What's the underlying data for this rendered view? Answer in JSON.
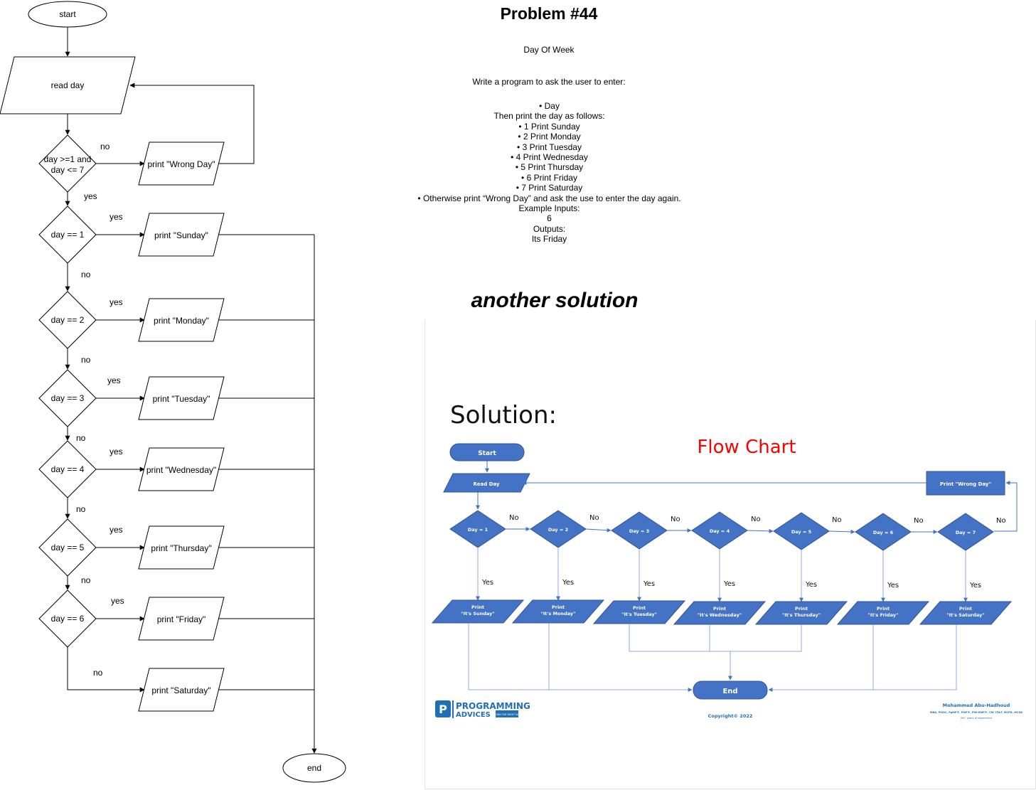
{
  "left_chart": {
    "start_label": "start",
    "end_label": "end",
    "read_label": "read day",
    "validate_label_line1": "day >=1 and",
    "validate_label_line2": "day <= 7",
    "wrong_day_label": "print \"Wrong Day\"",
    "no_label": "no",
    "yes_label": "yes",
    "checks": [
      {
        "condition": "day == 1",
        "output": "print \"Sunday\""
      },
      {
        "condition": "day == 2",
        "output": "print \"Monday\""
      },
      {
        "condition": "day == 3",
        "output": "print \"Tuesday\""
      },
      {
        "condition": "day == 4",
        "output": "print \"Wednesday\""
      },
      {
        "condition": "day == 5",
        "output": "print \"Thursday\""
      },
      {
        "condition": "day == 6",
        "output": "print \"Friday\""
      }
    ],
    "saturday_output": "print \"Saturday\""
  },
  "problem": {
    "title": "Problem #44",
    "subtitle": "Day Of Week",
    "intro": "Write a program to ask the user to enter:",
    "lines": [
      "• Day",
      "Then print the day as follows:",
      "• 1 Print Sunday",
      "• 2 Print Monday",
      "• 3 Print Tuesday",
      "• 4 Print Wednesday",
      "• 5 Print Thursday",
      "• 6 Print Friday",
      "• 7 Print Saturday",
      "• Otherwise print “Wrong Day” and ask the use to enter the day again.",
      "Example Inputs:",
      "6",
      "Outputs:",
      "Its Friday"
    ]
  },
  "another_solution": {
    "heading": "another solution",
    "solution_label": "Solution:",
    "flow_chart_label": "Flow Chart",
    "start_label": "Start",
    "read_label": "Read Day",
    "wrong_day_label": "Print \"Wrong Day\"",
    "end_label": "End",
    "no_label": "No",
    "yes_label": "Yes",
    "print_label": "Print",
    "days": [
      {
        "condition": "Day = 1",
        "output": "\"It's Sunday\""
      },
      {
        "condition": "Day = 2",
        "output": "\"It's Monday\""
      },
      {
        "condition": "Day = 3",
        "output": "\"It's Tuesday\""
      },
      {
        "condition": "Day = 4",
        "output": "\"It's Wednesday\""
      },
      {
        "condition": "Day = 5",
        "output": "\"It's Thursday\""
      },
      {
        "condition": "Day = 6",
        "output": "\"It's Friday\""
      },
      {
        "condition": "Day = 7",
        "output": "\"It's Saturday\""
      }
    ],
    "logo_line1": "PROGRAMMING",
    "logo_line2": "ADVICES",
    "logo_badge": "LEARN THE RIGHT WAY",
    "copyright": "Copyright© 2022",
    "author": "Mohammed Abu-Hadhoud",
    "author_credentials": "MBA, PMOC, PgMP®, PMP®, PMI-RMP®, CM, ITILF, MCPD, MCSD",
    "author_experience": "26+ years of experience",
    "colors": {
      "shape_fill": "#4472c4",
      "shape_stroke": "#2f5597",
      "connector": "#8eaadb",
      "flow_chart_red": "#ff0000",
      "logo_blue": "#1f6fb5"
    }
  }
}
